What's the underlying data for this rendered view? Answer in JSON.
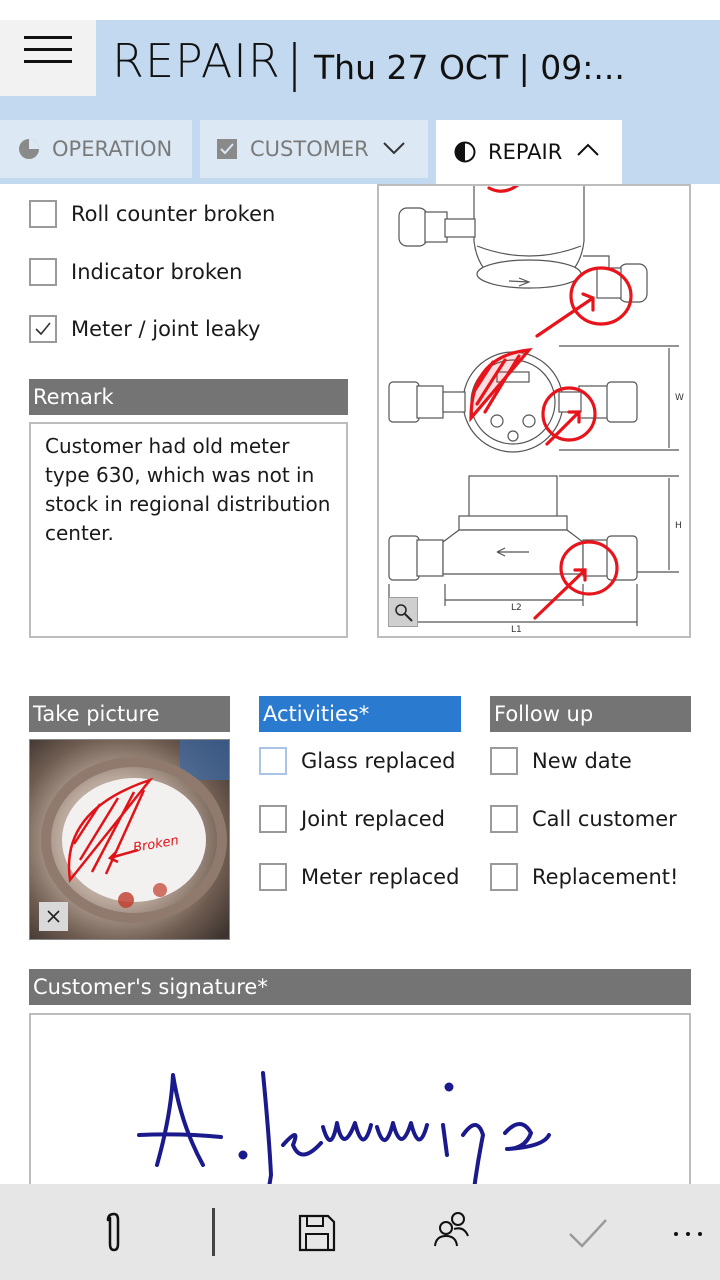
{
  "header": {
    "title": "REPAIR",
    "separator": "|",
    "datetime": "Thu 27 OCT | 09:..."
  },
  "tabs": [
    {
      "label": "OPERATION",
      "icon": "pie-icon"
    },
    {
      "label": "CUSTOMER",
      "icon": "checkbox-icon",
      "chevron": "chevron-down-icon"
    },
    {
      "label": "REPAIR",
      "icon": "half-circle-icon",
      "chevron": "chevron-up-icon"
    }
  ],
  "defects": [
    {
      "label": "Roll counter broken",
      "checked": false
    },
    {
      "label": "Indicator broken",
      "checked": false
    },
    {
      "label": "Meter / joint leaky",
      "checked": true
    }
  ],
  "remark": {
    "heading": "Remark",
    "text": "Customer had old meter type 630, which was not in stock in regional distribution center."
  },
  "diagram": {
    "dim_w": "W",
    "dim_h": "H",
    "dim_l2": "L2",
    "dim_l1": "L1"
  },
  "picture": {
    "heading": "Take picture",
    "annotation": "Broken"
  },
  "activities": {
    "heading": "Activities*",
    "items": [
      {
        "label": "Glass replaced",
        "checked": false
      },
      {
        "label": "Joint replaced",
        "checked": false
      },
      {
        "label": "Meter replaced",
        "checked": false
      }
    ]
  },
  "followup": {
    "heading": "Follow up",
    "items": [
      {
        "label": "New date",
        "checked": false
      },
      {
        "label": "Call customer",
        "checked": false
      },
      {
        "label": "Replacement!",
        "checked": false
      }
    ]
  },
  "signature": {
    "heading": "Customer's signature*",
    "value": "A. Jennings"
  },
  "appbar": {
    "buttons": [
      "paperclip-icon",
      "save-icon",
      "people-icon",
      "checkmark-icon",
      "more-icon"
    ]
  },
  "colors": {
    "header_bg": "#c3d9ef",
    "tab_bg": "#dce9f5",
    "section_gray": "#747474",
    "section_blue": "#2a7bd0",
    "markup_red": "#e8141b",
    "ink_blue": "#1a1a8c"
  }
}
